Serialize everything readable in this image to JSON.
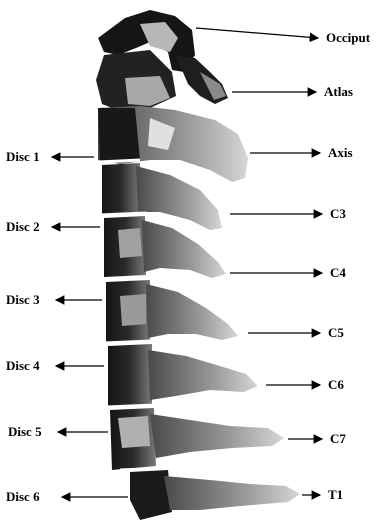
{
  "figure": {
    "background": "#ffffff",
    "spine_dark": "#1e1e1e",
    "spine_mid": "#5a5a5a",
    "spine_light": "#c8c8c8",
    "arrow_color": "#000000"
  },
  "labels_right": [
    {
      "key": "occiput",
      "text": "Occiput"
    },
    {
      "key": "atlas",
      "text": "Atlas"
    },
    {
      "key": "axis",
      "text": "Axis"
    },
    {
      "key": "c3",
      "text": "C3"
    },
    {
      "key": "c4",
      "text": "C4"
    },
    {
      "key": "c5",
      "text": "C5"
    },
    {
      "key": "c6",
      "text": "C6"
    },
    {
      "key": "c7",
      "text": "C7"
    },
    {
      "key": "t1",
      "text": "T1"
    }
  ],
  "labels_left": [
    {
      "key": "disc1",
      "text": "Disc 1"
    },
    {
      "key": "disc2",
      "text": "Disc 2"
    },
    {
      "key": "disc3",
      "text": "Disc 3"
    },
    {
      "key": "disc4",
      "text": "Disc 4"
    },
    {
      "key": "disc5",
      "text": "Disc 5"
    },
    {
      "key": "disc6",
      "text": "Disc 6"
    }
  ]
}
